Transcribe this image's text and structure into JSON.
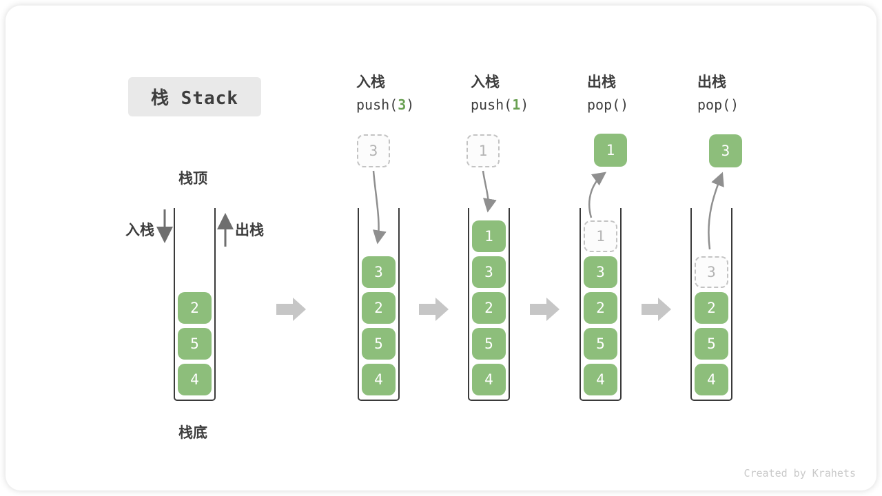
{
  "title": "栈 Stack",
  "footer": "Created by Krahets",
  "labels": {
    "stack_top": "栈顶",
    "stack_bottom": "栈底",
    "push_side": "入栈",
    "pop_side": "出栈"
  },
  "ops": [
    {
      "line1": "入栈",
      "pre": "push(",
      "arg": "3",
      "post": ")"
    },
    {
      "line1": "入栈",
      "pre": "push(",
      "arg": "1",
      "post": ")"
    },
    {
      "line1": "出栈",
      "pre": "pop()",
      "arg": "",
      "post": ""
    },
    {
      "line1": "出栈",
      "pre": "pop()",
      "arg": "",
      "post": ""
    }
  ],
  "floats": [
    {
      "value": "3",
      "style": "dashed"
    },
    {
      "value": "1",
      "style": "dashed"
    },
    {
      "value": "1",
      "style": "solid"
    },
    {
      "value": "3",
      "style": "solid"
    }
  ],
  "stacks": [
    {
      "name": "initial",
      "cells": [
        {
          "v": "2"
        },
        {
          "v": "5"
        },
        {
          "v": "4"
        }
      ]
    },
    {
      "name": "after-push-3",
      "cells": [
        {
          "v": "3"
        },
        {
          "v": "2"
        },
        {
          "v": "5"
        },
        {
          "v": "4"
        }
      ]
    },
    {
      "name": "after-push-1",
      "cells": [
        {
          "v": "1"
        },
        {
          "v": "3"
        },
        {
          "v": "2"
        },
        {
          "v": "5"
        },
        {
          "v": "4"
        }
      ]
    },
    {
      "name": "after-pop-1",
      "ghost": "1",
      "cells": [
        {
          "v": "3"
        },
        {
          "v": "2"
        },
        {
          "v": "5"
        },
        {
          "v": "4"
        }
      ]
    },
    {
      "name": "after-pop-3",
      "ghost": "3",
      "cells": [
        {
          "v": "2"
        },
        {
          "v": "5"
        },
        {
          "v": "4"
        }
      ]
    }
  ],
  "colors": {
    "block_green": "#8DBE7B",
    "code_green": "#69A052",
    "curved_arrow_gray": "#8F8F8F",
    "straight_arrow_gray": "#6E6E6E",
    "block_arrow_gray": "#C6C6C6",
    "title_box_bg": "#E9E9E9",
    "text_dark": "#3D3D3D"
  }
}
